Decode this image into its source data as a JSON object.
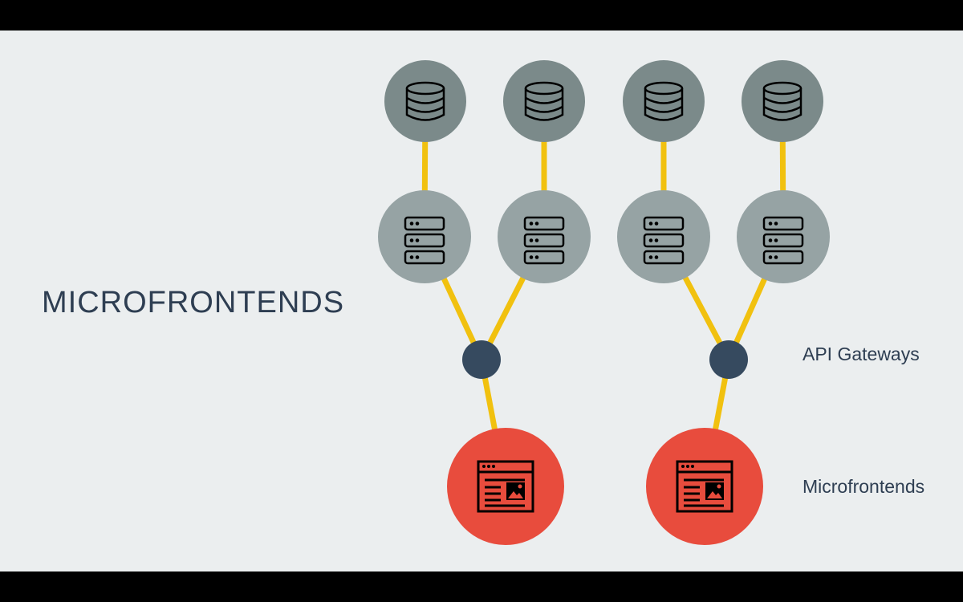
{
  "title": "MICROFRONTENDS",
  "labels": {
    "api_gateways": "API Gateways",
    "microfrontends": "Microfrontends"
  },
  "colors": {
    "background": "#ebeeef",
    "letterbox": "#000000",
    "database_node": "#7b8a8a",
    "server_node": "#96a3a4",
    "gateway_node": "#364a5f",
    "frontend_node": "#e84c3d",
    "connector": "#f1c10f",
    "text": "#2e3e52"
  },
  "diagram": {
    "databases": [
      {
        "id": "db-1",
        "icon": "database-icon"
      },
      {
        "id": "db-2",
        "icon": "database-icon"
      },
      {
        "id": "db-3",
        "icon": "database-icon"
      },
      {
        "id": "db-4",
        "icon": "database-icon"
      }
    ],
    "services": [
      {
        "id": "svc-1",
        "icon": "server-icon",
        "database": "db-1",
        "gateway": "gw-1"
      },
      {
        "id": "svc-2",
        "icon": "server-icon",
        "database": "db-2",
        "gateway": "gw-1"
      },
      {
        "id": "svc-3",
        "icon": "server-icon",
        "database": "db-3",
        "gateway": "gw-2"
      },
      {
        "id": "svc-4",
        "icon": "server-icon",
        "database": "db-4",
        "gateway": "gw-2"
      }
    ],
    "gateways": [
      {
        "id": "gw-1",
        "frontend": "mf-1"
      },
      {
        "id": "gw-2",
        "frontend": "mf-2"
      }
    ],
    "frontends": [
      {
        "id": "mf-1",
        "icon": "browser-window-icon"
      },
      {
        "id": "mf-2",
        "icon": "browser-window-icon"
      }
    ]
  }
}
